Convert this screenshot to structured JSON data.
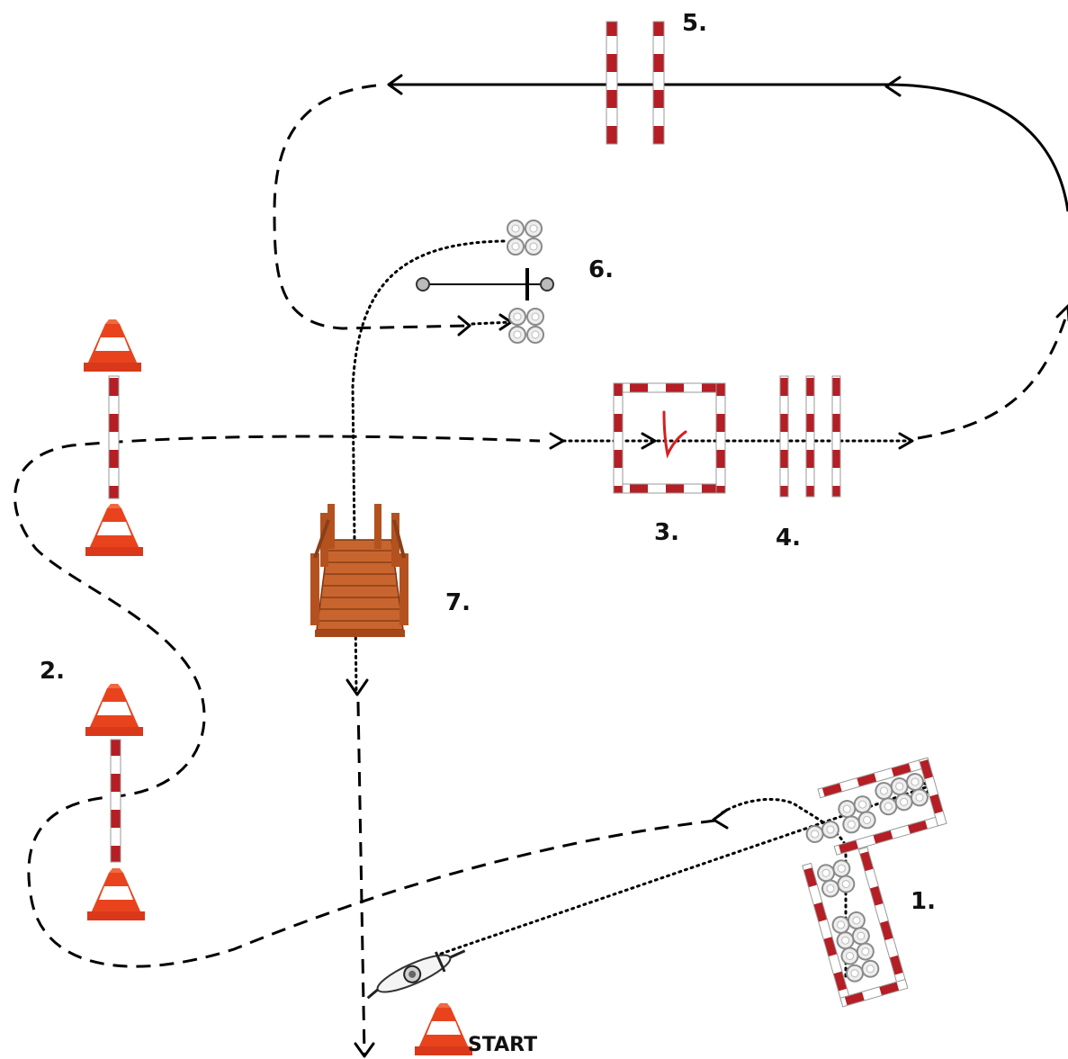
{
  "stations": {
    "s1": "1.",
    "s2": "2.",
    "s3": "3.",
    "s4": "4.",
    "s5": "5.",
    "s6": "6.",
    "s7": "7."
  },
  "start_label": "START",
  "colors": {
    "pole_red": "#b51e24",
    "pole_white": "#ffffff",
    "cone_orange": "#e8431d",
    "bridge_wood": "#c8652e",
    "check_mark": "#d42020"
  },
  "icons": [
    "traffic-cone-icon",
    "striped-pole-icon",
    "bridge-icon",
    "tire-icon",
    "motorcycle-icon",
    "check-mark-icon",
    "arrow-icon"
  ]
}
